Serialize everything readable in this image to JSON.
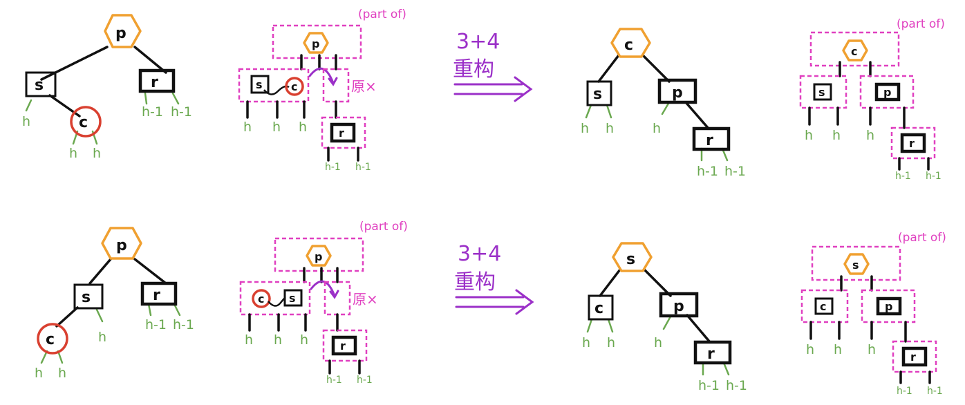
{
  "colors": {
    "black_node": "#111111",
    "red_node": "#d94030",
    "parent_outline": "#f0a030",
    "height_label": "#6aa84f",
    "group_box": "#e040c0",
    "operation": "#9b30c8"
  },
  "labels": {
    "p": "p",
    "s": "s",
    "r": "r",
    "c": "c",
    "h": "h",
    "h_minus_1": "h-1",
    "part_of": "(part of)",
    "yuan_x": "原×",
    "op_numbers": "3+4",
    "op_chinese": "重构"
  }
}
